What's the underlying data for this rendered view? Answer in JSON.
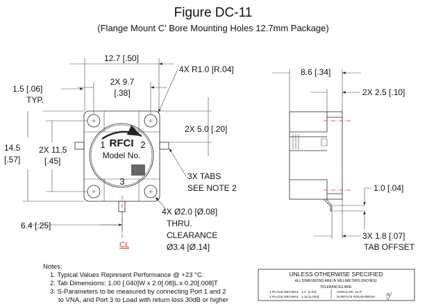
{
  "title": "Figure DC-11",
  "subtitle": "(Flange Mount C' Bore Mounting Holes 12.7mm Package)",
  "part": {
    "brand": "RFCI",
    "model": "Model No.",
    "ports": [
      "1",
      "2",
      "3"
    ]
  },
  "dimensions": {
    "width": "12.7 [.50]",
    "hole_spacing_x": "2X 9.7",
    "hole_spacing_x_in": "[.38]",
    "flange_edge": "1.5 [.06]",
    "flange_edge_typ": "TYP.",
    "radius": "4X R1.0 [R.04]",
    "height": "14.5",
    "height_in": "[.57]",
    "hole_spacing_y": "2X 11.5",
    "hole_spacing_y_in": "[.45]",
    "tab_spacing": "2X 5.0 [.20]",
    "tabs_note": [
      "3X TABS",
      "SEE NOTE 2"
    ],
    "holes_note": [
      "4X Ø2.0 [Ø.08]",
      "THRU.",
      "CLEARANCE",
      "Ø3.4 [Ø.14]"
    ],
    "port3_offset": "6.4 [.25]",
    "centerline": "CL",
    "depth": "8.6 [.34]",
    "flange_thickness": "2X 2.5 [.10]",
    "tab_drop": "1.0 [.04]",
    "tab_offset": "3X 1.8 [.07]",
    "tab_offset_label": "TAB OFFSET"
  },
  "notes": {
    "heading": "Notes:",
    "items": [
      "1. Typical Values Represent Performance @ +23 °C.",
      "2. Tab Dimensions: 1.00 [.040]W x 2.0[.08]L x 0.20[.008]T",
      "3. S-Parameters to be measured by connecting Port 1 and 2",
      "to VNA, and Port 3 to Load with return loss 30dB or higher"
    ]
  },
  "title_block": {
    "heading": "UNLESS OTHERWISE SPECIFIED",
    "units": "ALL DIMENSIONS ARE IN MILLIMETERS [INCHES]:",
    "tolerances": "TOLERANCES ARE:",
    "place1": "1 PLACE DECIMAL   ±.2  [±.01]",
    "place2": "2 PLACE DECIMAL   ±.10 [±.004]",
    "angular": "ANGULAR:  ±1.0°",
    "roughness": "SURFACE ROUGHNESS",
    "roughness_value": "16"
  }
}
